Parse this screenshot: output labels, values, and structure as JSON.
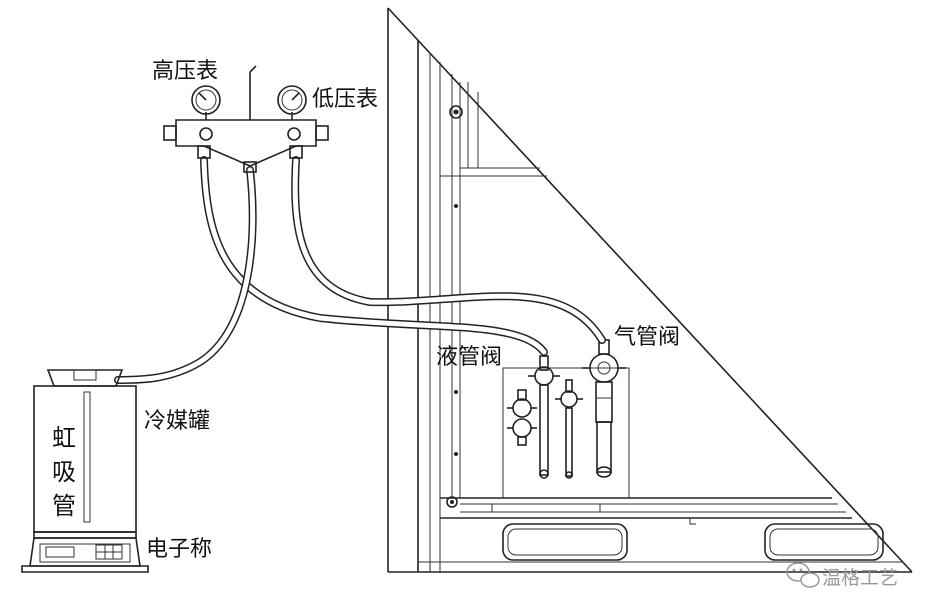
{
  "labels": {
    "high_gauge": "高压表",
    "low_gauge": "低压表",
    "liquid_valve": "液管阀",
    "gas_valve": "气管阀",
    "tank": "冷媒罐",
    "siphon_chars": [
      "虹",
      "吸",
      "管"
    ],
    "scale": "电子称"
  },
  "watermark": {
    "text": "温格工艺",
    "icon": "wechat-icon"
  },
  "colors": {
    "line": "#222222",
    "text": "#111111",
    "watermark": "#999999"
  }
}
